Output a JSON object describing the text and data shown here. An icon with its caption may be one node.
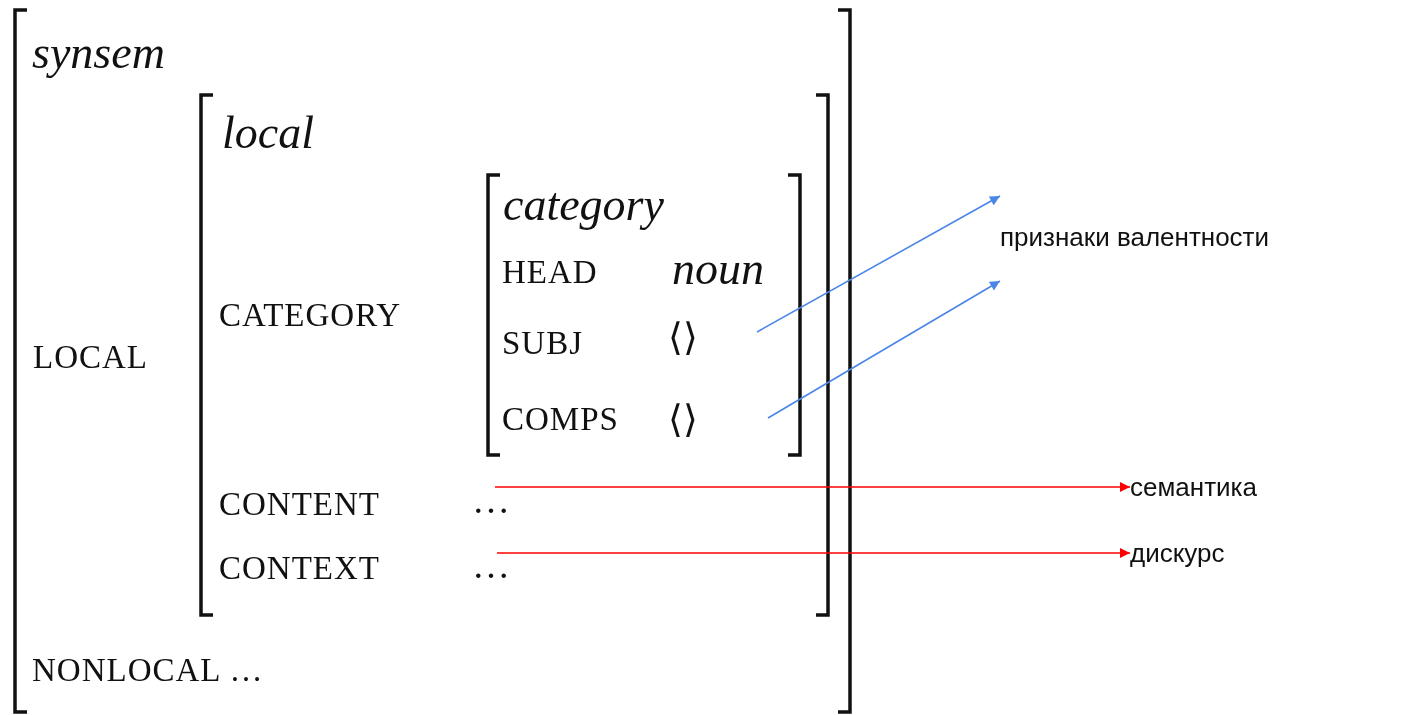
{
  "diagram": {
    "nodes": [
      {
        "text": [
          "признаки валентности"
        ]
      },
      {
        "text": [
          "семантика"
        ]
      },
      {
        "text": [
          "дискурс"
        ]
      }
    ],
    "edges": [
      {
        "from": null,
        "to": 0,
        "arrow": "to",
        "color": "#4a86e8"
      },
      {
        "from": null,
        "to": 0,
        "arrow": "to",
        "color": "#4a86e8"
      },
      {
        "from": null,
        "to": 1,
        "arrow": "to",
        "color": "#ff0000"
      },
      {
        "from": null,
        "to": 2,
        "arrow": "to",
        "color": "#ff0000"
      }
    ],
    "labels": [
      "synsem",
      "local",
      "category",
      "HEAD",
      "noun",
      "CATEGORY",
      "SUBJ",
      "⟨⟩",
      "LOCAL",
      "COMPS",
      "⟨⟩",
      "CONTENT",
      "…",
      "CONTEXT",
      "…",
      "NONLOCAL …"
    ]
  }
}
